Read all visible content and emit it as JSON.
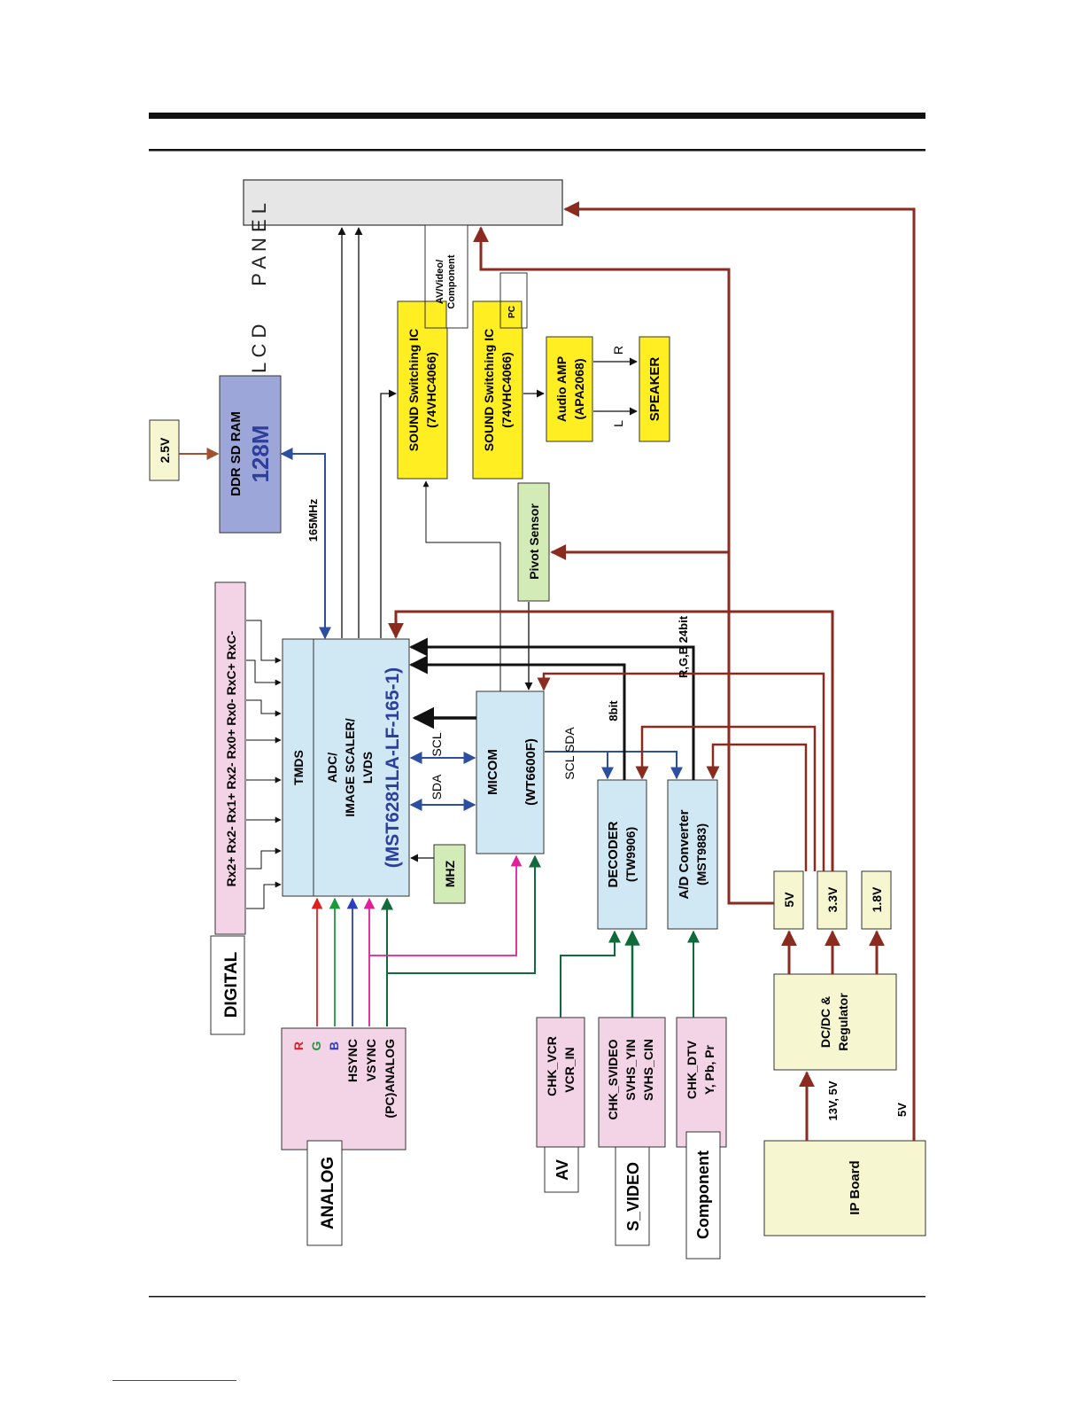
{
  "colors": {
    "power": "#8b2a1e",
    "control": "#2d4fa0",
    "green_sig": "#0f6b3a",
    "magenta_sig": "#e0209a",
    "black_sig": "#111111",
    "red_label": "#e02020",
    "green_label": "#1a9a3a",
    "blue_label": "#2a3fc0",
    "chip_blue": "#2d3f9a"
  },
  "lcd_panel": {
    "label": "L C D       P A N E L"
  },
  "ram": {
    "title": "DDR SD RAM",
    "size": "128M"
  },
  "rail_25": "2.5V",
  "bus_165": "165MHz",
  "sound_ic_1": {
    "line1": "SOUND Switching IC",
    "line2": "(74VHC4066)",
    "tab": "AV/Video/\nComponent"
  },
  "sound_ic_2": {
    "line1": "SOUND Switching IC",
    "line2": "(74VHC4066)",
    "tab": "PC"
  },
  "audio_amp": {
    "line1": "Audio AMP",
    "line2": "(APA2068)"
  },
  "speaker": "SPEAKER",
  "ch_r": "R",
  "ch_l": "L",
  "pivot_sensor": "Pivot Sensor",
  "rgb_24bit": "R,G,B 24bit",
  "bus_8bit": "8bit",
  "digital_pins": "Rx2+ Rx2- Rx1+ Rx2- Rx0+ Rx0- RxC+ RxC-",
  "digital_label": "DIGITAL",
  "scaler": {
    "tmds": "TMDS",
    "line1": "ADC/",
    "line2": "IMAGE SCALER/",
    "line3": "LVDS",
    "chip": "(MST6281LA-LF-165-1)"
  },
  "sda": "SDA",
  "scl": "SCL",
  "scl_sda": "SCL SDA",
  "micom": {
    "line1": "MICOM",
    "line2": "(WT6600F)"
  },
  "mhz": "MHZ",
  "decoder": {
    "line1": "DECODER",
    "line2": "(TW9906)"
  },
  "adc": {
    "line1": "A/D Converter",
    "line2": "(MST9883)"
  },
  "rail_5v": "5V",
  "rail_33v": "3.3V",
  "rail_18v": "1.8V",
  "dcdc": {
    "line1": "DC/DC &",
    "line2": "Regulator"
  },
  "ip_board": "IP Board",
  "v_13_5": "13V, 5V",
  "v_5": "5V",
  "analog_box": {
    "r": "R",
    "g": "G",
    "b": "B",
    "hsync": "HSYNC",
    "vsync": "VSYNC",
    "pc_analog": "(PC)ANALOG"
  },
  "analog_label": "ANALOG",
  "av_box": {
    "line1": "CHK_VCR",
    "line2": "VCR_IN"
  },
  "av_label": "AV",
  "svideo_box": {
    "line1": "CHK_SVIDEO",
    "line2": "SVHS_YIN",
    "line3": "SVHS_CIN"
  },
  "svideo_label": "S_VIDEO",
  "comp_box": {
    "line1": "CHK_DTV",
    "line2": "Y, Pb, Pr"
  },
  "comp_label": "Component"
}
